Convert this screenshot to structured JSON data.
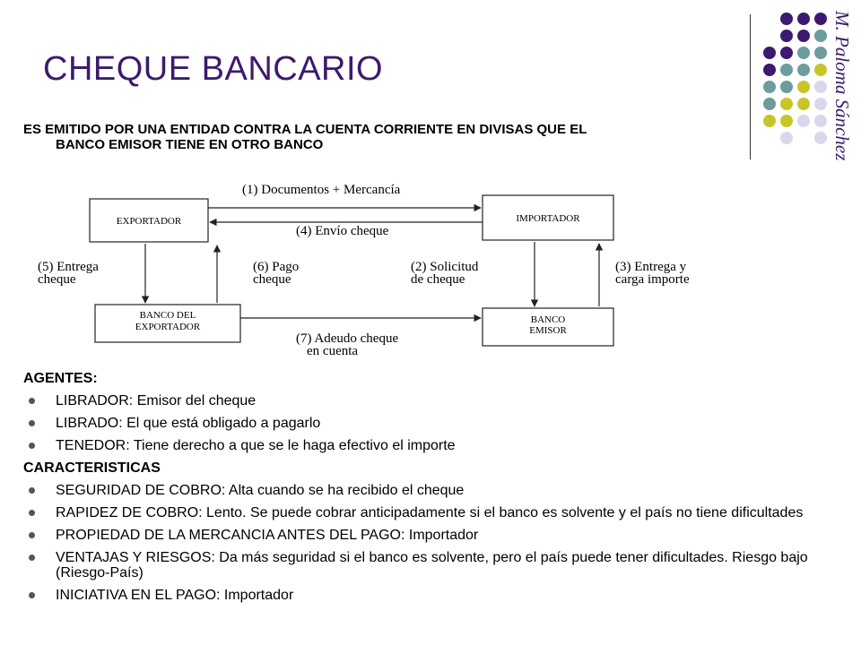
{
  "title": "CHEQUE  BANCARIO",
  "author": "M. Paloma Sánchez",
  "intro": {
    "line1": "ES EMITIDO POR UNA ENTIDAD CONTRA LA CUENTA CORRIENTE EN DIVISAS QUE EL",
    "line2": "BANCO EMISOR TIENE EN OTRO BANCO"
  },
  "diagram": {
    "nodes": {
      "exportador": "EXPORTADOR",
      "importador": "IMPORTADOR",
      "banco_exportador_1": "BANCO DEL",
      "banco_exportador_2": "EXPORTADOR",
      "banco_emisor_1": "BANCO",
      "banco_emisor_2": "EMISOR"
    },
    "steps": {
      "s1": "(1) Documentos + Mercancía",
      "s4": "(4) Envío cheque",
      "s5a": "(5) Entrega",
      "s5b": "cheque",
      "s6a": "(6) Pago",
      "s6b": "cheque",
      "s2a": "(2) Solicitud",
      "s2b": "de cheque",
      "s3a": "(3) Entrega y",
      "s3b": "carga importe",
      "s7a": "(7) Adeudo cheque",
      "s7b": "en cuenta"
    }
  },
  "agentes": {
    "heading": "AGENTES:",
    "items": [
      "LIBRADOR: Emisor del cheque",
      "LIBRADO: El que está obligado a pagarlo",
      "TENEDOR: Tiene derecho a que se le haga efectivo el importe"
    ]
  },
  "caracteristicas": {
    "heading": "CARACTERISTICAS",
    "items": [
      "SEGURIDAD DE COBRO: Alta cuando se ha recibido el cheque",
      "RAPIDEZ DE COBRO: Lento. Se puede cobrar anticipadamente si el banco es solvente y el país no tiene dificultades",
      "PROPIEDAD DE LA MERCANCIA ANTES DEL PAGO: Importador",
      "VENTAJAS Y RIESGOS: Da más seguridad si el banco es solvente, pero el país puede tener dificultades. Riesgo bajo (Riesgo-País)",
      "INICIATIVA EN EL PAGO: Importador"
    ]
  },
  "colors": {
    "purple": "#3d1a6e",
    "teal": "#6c9c9c",
    "lime": "#c6c62a",
    "lavender": "#d8d8ec"
  }
}
